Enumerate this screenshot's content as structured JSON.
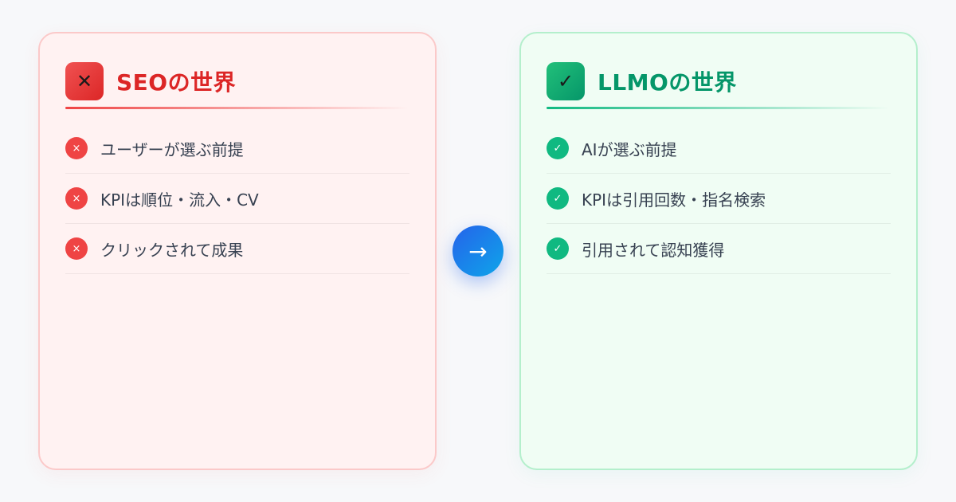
{
  "seo": {
    "title": "SEOの世界",
    "icon": "x-icon",
    "icon_glyph": "✕",
    "item_glyph": "×",
    "items": [
      {
        "label": "ユーザーが選ぶ前提"
      },
      {
        "label": "KPIは順位・流入・CV"
      },
      {
        "label": "クリックされて成果"
      }
    ]
  },
  "llmo": {
    "title": "LLMOの世界",
    "icon": "check-icon",
    "icon_glyph": "✓",
    "item_glyph": "✓",
    "items": [
      {
        "label": "AIが選ぶ前提"
      },
      {
        "label": "KPIは引用回数・指名検索"
      },
      {
        "label": "引用されて認知獲得"
      }
    ]
  },
  "arrow": {
    "glyph": "→",
    "icon": "arrow-right-icon"
  },
  "colors": {
    "seo_accent": "#dc2626",
    "llmo_accent": "#059669",
    "arrow_gradient_start": "#2563eb",
    "arrow_gradient_end": "#0ea5e9"
  }
}
